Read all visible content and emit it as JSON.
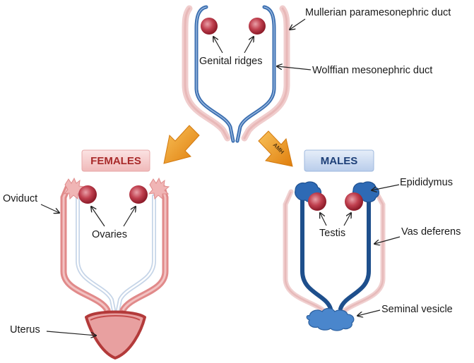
{
  "labels": {
    "mullerian": "Mullerian paramesonephric duct",
    "genital_ridges": "Genital ridges",
    "wolffian": "Wolffian mesonephric duct",
    "amh": "AMH",
    "females": "FEMALES",
    "males": "MALES",
    "oviduct": "Oviduct",
    "ovaries": "Ovaries",
    "uterus": "Uterus",
    "epididymus": "Epididymus",
    "testis": "Testis",
    "vas_deferens": "Vas deferens",
    "seminal_vesicle": "Seminal vesicle"
  },
  "colors": {
    "mullerian_duct": "#e8b4b4",
    "wolffian_duct": "#3a6eb0",
    "gonad": "#b03040",
    "female_banner": "#f3c7c7",
    "male_banner": "#c8d9f0",
    "arrow_orange": "#f29a1a",
    "uterus": "#e48f8f"
  }
}
